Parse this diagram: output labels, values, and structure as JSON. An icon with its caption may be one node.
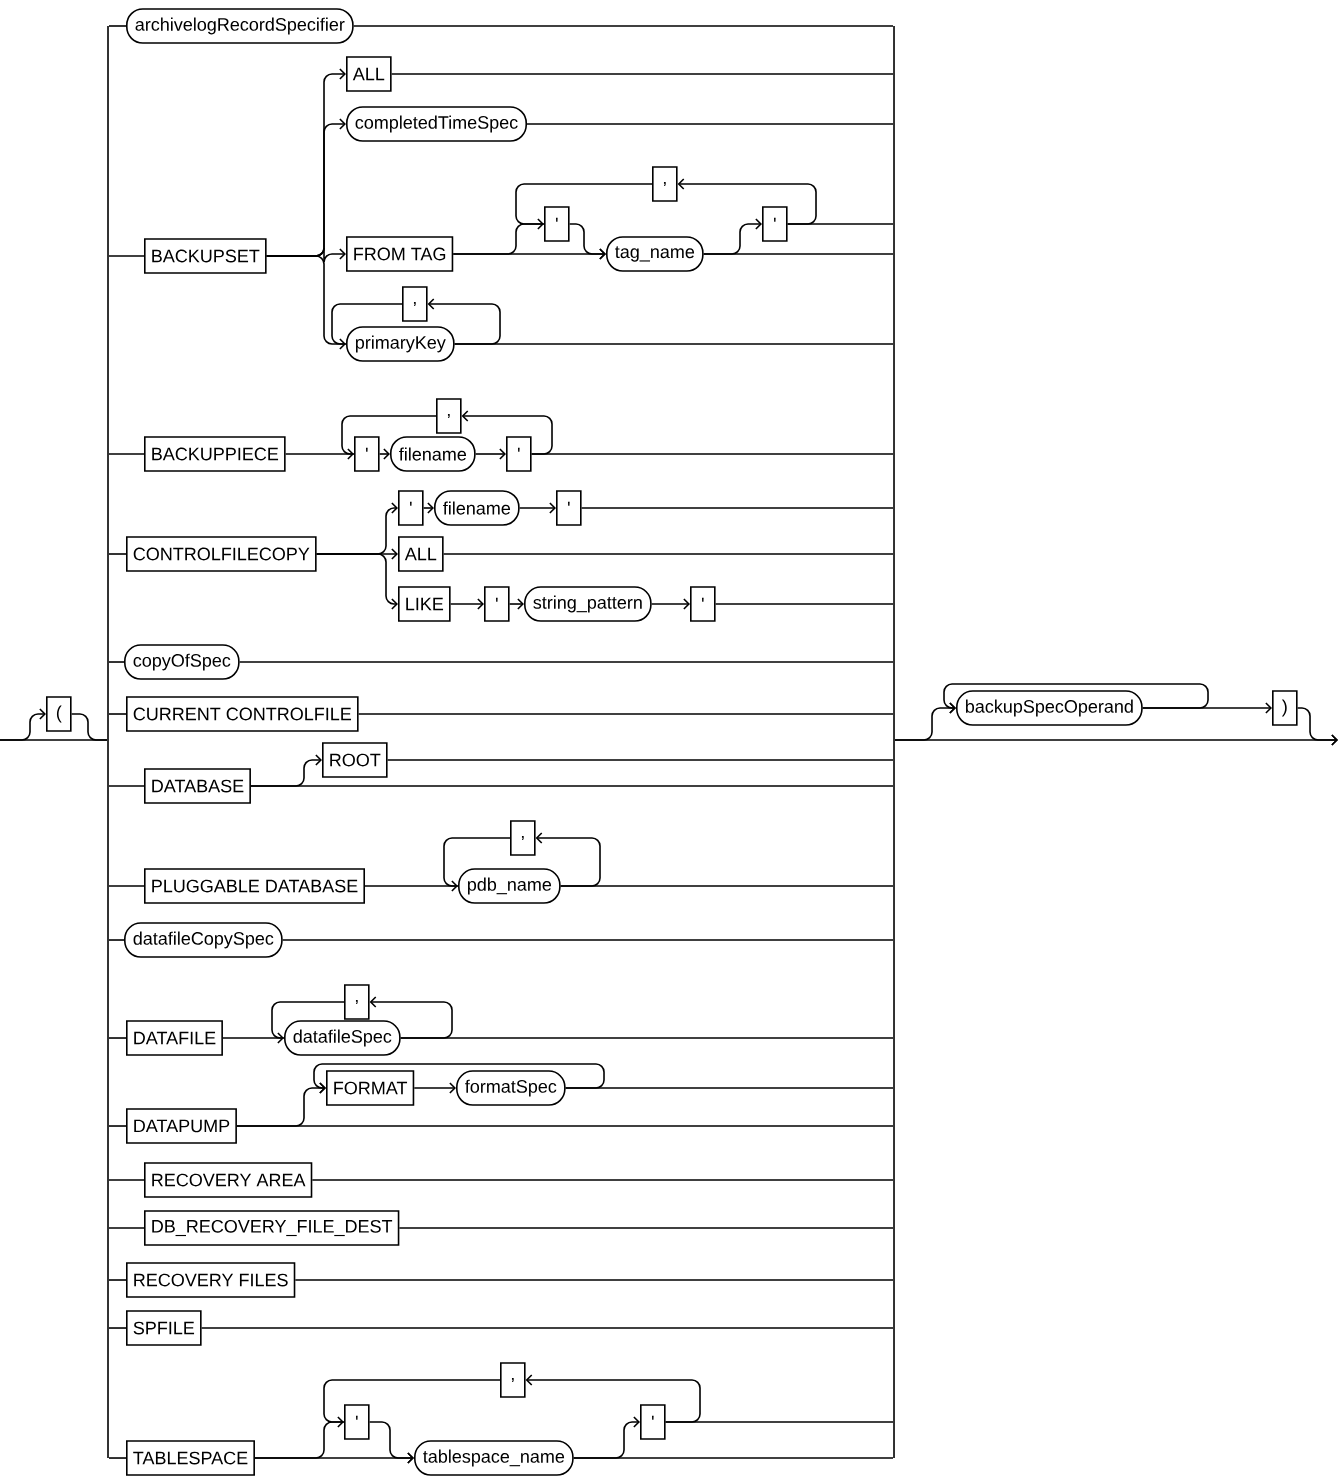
{
  "diagram": {
    "nodes": [
      {
        "text": [
          "("
        ]
      },
      {
        "text": [
          "archivelogRecordSpecifier"
        ]
      },
      {
        "text": [
          "BACKUPSET"
        ]
      },
      {
        "text": [
          "ALL"
        ]
      },
      {
        "text": [
          "completedTimeSpec"
        ]
      },
      {
        "text": [
          "FROM TAG"
        ]
      },
      {
        "text": [
          ","
        ]
      },
      {
        "text": [
          "'"
        ]
      },
      {
        "text": [
          "tag_name"
        ]
      },
      {
        "text": [
          "'"
        ]
      },
      {
        "text": [
          ","
        ]
      },
      {
        "text": [
          "primaryKey"
        ]
      },
      {
        "text": [
          "BACKUPPIECE"
        ]
      },
      {
        "text": [
          ","
        ]
      },
      {
        "text": [
          "'"
        ]
      },
      {
        "text": [
          "filename"
        ]
      },
      {
        "text": [
          "'"
        ]
      },
      {
        "text": [
          "CONTROLFILECOPY"
        ]
      },
      {
        "text": [
          "'"
        ]
      },
      {
        "text": [
          "filename"
        ]
      },
      {
        "text": [
          "'"
        ]
      },
      {
        "text": [
          "ALL"
        ]
      },
      {
        "text": [
          "LIKE"
        ]
      },
      {
        "text": [
          "'"
        ]
      },
      {
        "text": [
          "string_pattern"
        ]
      },
      {
        "text": [
          "'"
        ]
      },
      {
        "text": [
          "copyOfSpec"
        ]
      },
      {
        "text": [
          "CURRENT CONTROLFILE"
        ]
      },
      {
        "text": [
          "DATABASE"
        ]
      },
      {
        "text": [
          "ROOT"
        ]
      },
      {
        "text": [
          "PLUGGABLE DATABASE"
        ]
      },
      {
        "text": [
          ","
        ]
      },
      {
        "text": [
          "pdb_name"
        ]
      },
      {
        "text": [
          "datafileCopySpec"
        ]
      },
      {
        "text": [
          "DATAFILE"
        ]
      },
      {
        "text": [
          ","
        ]
      },
      {
        "text": [
          "datafileSpec"
        ]
      },
      {
        "text": [
          "DATAPUMP"
        ]
      },
      {
        "text": [
          "FORMAT"
        ]
      },
      {
        "text": [
          "formatSpec"
        ]
      },
      {
        "text": [
          "RECOVERY AREA"
        ]
      },
      {
        "text": [
          "DB_RECOVERY_FILE_DEST"
        ]
      },
      {
        "text": [
          "RECOVERY FILES"
        ]
      },
      {
        "text": [
          "SPFILE"
        ]
      },
      {
        "text": [
          "TABLESPACE"
        ]
      },
      {
        "text": [
          ","
        ]
      },
      {
        "text": [
          "'"
        ]
      },
      {
        "text": [
          "tablespace_name"
        ]
      },
      {
        "text": [
          "'"
        ]
      },
      {
        "text": [
          "backupSpecOperand"
        ]
      },
      {
        "text": [
          ")"
        ]
      },
      {
        "text": [],
        "shape": "bar"
      },
      {
        "text": [],
        "shape": "bar"
      }
    ],
    "edges": [
      {
        "from": null,
        "to": 0,
        "arrow": "to"
      },
      {
        "from": null,
        "to": 51,
        "arrow": "none"
      },
      {
        "from": 0,
        "to": 51,
        "arrow": "none"
      },
      {
        "from": 51,
        "to": 1,
        "arrow": "none"
      },
      {
        "from": 51,
        "to": 2,
        "arrow": "none"
      },
      {
        "from": 51,
        "to": 12,
        "arrow": "none"
      },
      {
        "from": 51,
        "to": 17,
        "arrow": "none"
      },
      {
        "from": 51,
        "to": 26,
        "arrow": "none"
      },
      {
        "from": 51,
        "to": 27,
        "arrow": "none"
      },
      {
        "from": 51,
        "to": 28,
        "arrow": "none"
      },
      {
        "from": 51,
        "to": 30,
        "arrow": "none"
      },
      {
        "from": 51,
        "to": 33,
        "arrow": "none"
      },
      {
        "from": 51,
        "to": 34,
        "arrow": "none"
      },
      {
        "from": 51,
        "to": 37,
        "arrow": "none"
      },
      {
        "from": 51,
        "to": 40,
        "arrow": "none"
      },
      {
        "from": 51,
        "to": 41,
        "arrow": "none"
      },
      {
        "from": 51,
        "to": 42,
        "arrow": "none"
      },
      {
        "from": 51,
        "to": 43,
        "arrow": "none"
      },
      {
        "from": 51,
        "to": 44,
        "arrow": "none"
      },
      {
        "from": 2,
        "to": 3,
        "arrow": "to"
      },
      {
        "from": 2,
        "to": 4,
        "arrow": "to"
      },
      {
        "from": 2,
        "to": 5,
        "arrow": "to"
      },
      {
        "from": 2,
        "to": 11,
        "arrow": "to"
      },
      {
        "from": 5,
        "to": 7,
        "arrow": "to"
      },
      {
        "from": 5,
        "to": 8,
        "arrow": "to"
      },
      {
        "from": 7,
        "to": 8,
        "arrow": "to"
      },
      {
        "from": 8,
        "to": 9,
        "arrow": "to"
      },
      {
        "from": 9,
        "to": 6,
        "arrow": "to"
      },
      {
        "from": 6,
        "to": 7,
        "arrow": "none"
      },
      {
        "from": 11,
        "to": 10,
        "arrow": "to"
      },
      {
        "from": 10,
        "to": 11,
        "arrow": "none"
      },
      {
        "from": 12,
        "to": 14,
        "arrow": "to"
      },
      {
        "from": 14,
        "to": 15,
        "arrow": "to"
      },
      {
        "from": 15,
        "to": 16,
        "arrow": "to"
      },
      {
        "from": 16,
        "to": 13,
        "arrow": "to"
      },
      {
        "from": 13,
        "to": 14,
        "arrow": "none"
      },
      {
        "from": 17,
        "to": 18,
        "arrow": "to"
      },
      {
        "from": 17,
        "to": 21,
        "arrow": "to"
      },
      {
        "from": 17,
        "to": 22,
        "arrow": "to"
      },
      {
        "from": 18,
        "to": 19,
        "arrow": "to"
      },
      {
        "from": 19,
        "to": 20,
        "arrow": "to"
      },
      {
        "from": 22,
        "to": 23,
        "arrow": "to"
      },
      {
        "from": 23,
        "to": 24,
        "arrow": "to"
      },
      {
        "from": 24,
        "to": 25,
        "arrow": "to"
      },
      {
        "from": 28,
        "to": 29,
        "arrow": "to"
      },
      {
        "from": 30,
        "to": 32,
        "arrow": "to"
      },
      {
        "from": 32,
        "to": 31,
        "arrow": "to"
      },
      {
        "from": 31,
        "to": 32,
        "arrow": "none"
      },
      {
        "from": 34,
        "to": 36,
        "arrow": "to"
      },
      {
        "from": 36,
        "to": 35,
        "arrow": "to"
      },
      {
        "from": 35,
        "to": 36,
        "arrow": "none"
      },
      {
        "from": 37,
        "to": 38,
        "arrow": "to"
      },
      {
        "from": 38,
        "to": 39,
        "arrow": "to"
      },
      {
        "from": 39,
        "to": 38,
        "arrow": "to"
      },
      {
        "from": 44,
        "to": 46,
        "arrow": "to"
      },
      {
        "from": 44,
        "to": 47,
        "arrow": "to"
      },
      {
        "from": 46,
        "to": 47,
        "arrow": "to"
      },
      {
        "from": 47,
        "to": 48,
        "arrow": "to"
      },
      {
        "from": 48,
        "to": 45,
        "arrow": "to"
      },
      {
        "from": 45,
        "to": 46,
        "arrow": "none"
      },
      {
        "from": 1,
        "to": 52,
        "arrow": "none"
      },
      {
        "from": 3,
        "to": 52,
        "arrow": "none"
      },
      {
        "from": 4,
        "to": 52,
        "arrow": "none"
      },
      {
        "from": 8,
        "to": 52,
        "arrow": "none"
      },
      {
        "from": 9,
        "to": 52,
        "arrow": "none"
      },
      {
        "from": 11,
        "to": 52,
        "arrow": "none"
      },
      {
        "from": 16,
        "to": 52,
        "arrow": "none"
      },
      {
        "from": 20,
        "to": 52,
        "arrow": "none"
      },
      {
        "from": 21,
        "to": 52,
        "arrow": "none"
      },
      {
        "from": 25,
        "to": 52,
        "arrow": "none"
      },
      {
        "from": 26,
        "to": 52,
        "arrow": "none"
      },
      {
        "from": 27,
        "to": 52,
        "arrow": "none"
      },
      {
        "from": 28,
        "to": 52,
        "arrow": "none"
      },
      {
        "from": 29,
        "to": 52,
        "arrow": "none"
      },
      {
        "from": 32,
        "to": 52,
        "arrow": "none"
      },
      {
        "from": 33,
        "to": 52,
        "arrow": "none"
      },
      {
        "from": 36,
        "to": 52,
        "arrow": "none"
      },
      {
        "from": 37,
        "to": 52,
        "arrow": "none"
      },
      {
        "from": 39,
        "to": 52,
        "arrow": "none"
      },
      {
        "from": 40,
        "to": 52,
        "arrow": "none"
      },
      {
        "from": 41,
        "to": 52,
        "arrow": "none"
      },
      {
        "from": 42,
        "to": 52,
        "arrow": "none"
      },
      {
        "from": 43,
        "to": 52,
        "arrow": "none"
      },
      {
        "from": 47,
        "to": 52,
        "arrow": "none"
      },
      {
        "from": 48,
        "to": 52,
        "arrow": "none"
      },
      {
        "from": 52,
        "to": 49,
        "arrow": "to"
      },
      {
        "from": 52,
        "to": null,
        "arrow": "to"
      },
      {
        "from": 49,
        "to": 49,
        "arrow": "to"
      },
      {
        "from": 49,
        "to": 50,
        "arrow": "to"
      },
      {
        "from": 50,
        "to": null,
        "arrow": "to"
      }
    ]
  }
}
